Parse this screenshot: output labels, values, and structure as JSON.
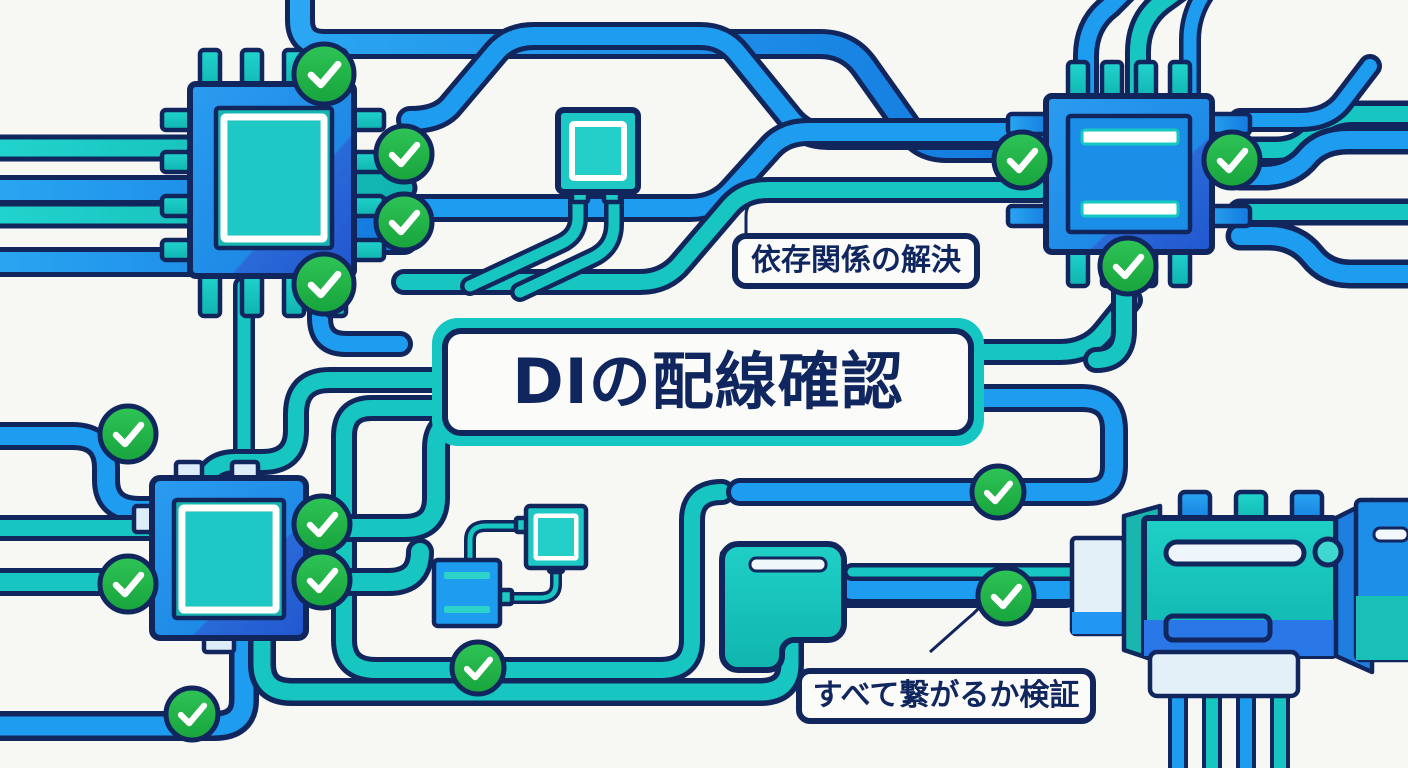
{
  "illustration": {
    "kind": "technical-flat-illustration",
    "subject": "dependency-injection-wiring-check",
    "background_color": "#f7f7f4"
  },
  "palette": {
    "background": "#f7f7f4",
    "outline_navy": "#12265e",
    "wire_blue": "#1e9cf0",
    "wire_blue_dark": "#1877d8",
    "wire_teal": "#15c6c2",
    "wire_teal_dark": "#12b0ae",
    "chip_blue": "#1e8fe8",
    "chip_blue_shade": "#2166d8",
    "chip_teal": "#1ec8c4",
    "check_green": "#24b84a",
    "check_green_dark": "#1d9c3e",
    "white": "#ffffff",
    "panel_white": "#fbfbf9",
    "pale_blue": "#dcecf8"
  },
  "labels": {
    "title": {
      "text": "DIの配線確認",
      "role": "main-title-badge",
      "border_color": "#15c6c2",
      "inner_border_color": "#12265e",
      "text_color": "#10265e"
    },
    "callout_top": {
      "text": "依存関係の解決",
      "role": "callout-badge",
      "border_color": "#12265e",
      "text_color": "#10265e"
    },
    "callout_bottom": {
      "text": "すべて繋がるか検証",
      "role": "callout-badge",
      "border_color": "#12265e",
      "text_color": "#10265e"
    }
  },
  "components": [
    {
      "id": "chip-top-left",
      "name": "processor-chip-large",
      "inner_style": "teal-square-white-border"
    },
    {
      "id": "chip-top-right",
      "name": "processor-chip-right",
      "inner_style": "blue-square-two-white-bars"
    },
    {
      "id": "chip-bottom-left",
      "name": "processor-chip-lower",
      "inner_style": "teal-square-white-border"
    },
    {
      "id": "chip-small-top",
      "name": "small-module-top",
      "inner_style": "teal-square-white-border"
    },
    {
      "id": "module-pair",
      "name": "small-module-pair",
      "inner_style": "blue-box-and-teal-chip"
    },
    {
      "id": "plug-center",
      "name": "connector-plug",
      "inner_style": "teal-plug-white-slot"
    },
    {
      "id": "device-right",
      "name": "connector-device",
      "inner_style": "teal-body-white-slot-port"
    }
  ],
  "check_markers": {
    "name": "connection-verified-check",
    "glyph": "check",
    "count": 14,
    "fill": "#24b84a",
    "stroke": "#12265e"
  }
}
